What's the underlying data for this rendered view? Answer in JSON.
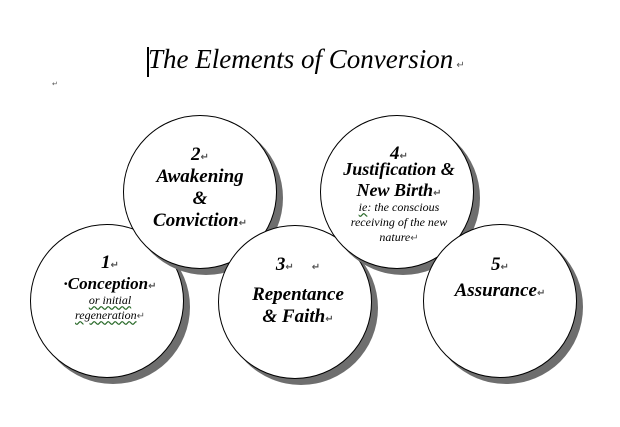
{
  "title": "The Elements of Conversion",
  "elements": [
    {
      "number": "1",
      "name": "·Conception",
      "note": "or initial regeneration"
    },
    {
      "number": "2",
      "name_line1": "Awakening",
      "name_line2": "&",
      "name_line3": "Conviction"
    },
    {
      "number": "3",
      "name_line1": "Repentance",
      "name_line2": "& Faith"
    },
    {
      "number": "4",
      "name_line1": "Justification &",
      "name_line2": "New Birth",
      "note_prefix": "ie",
      "note_rest": ": the conscious receiving of the new nature"
    },
    {
      "number": "5",
      "name": "Assurance"
    }
  ]
}
